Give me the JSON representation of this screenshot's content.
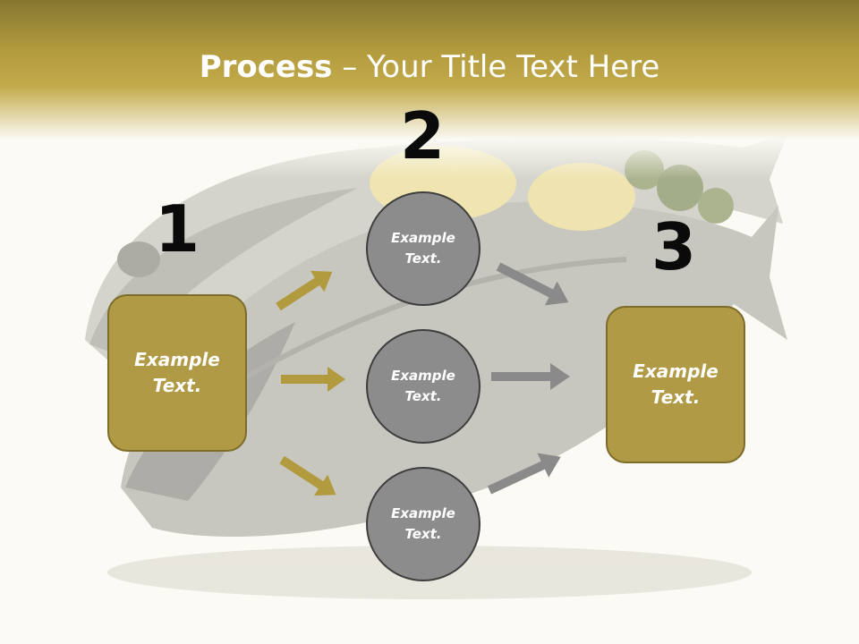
{
  "title": {
    "bold": "Process",
    "rest": " – Your Title Text Here"
  },
  "background_image": "whole-fish-on-plate-with-lemon-and-parsley",
  "steps": [
    {
      "number": "1",
      "box_text": "Example\nText."
    },
    {
      "number": "2",
      "circles": [
        "Example\nText.",
        "Example\nText.",
        "Example\nText."
      ]
    },
    {
      "number": "3",
      "box_text": "Example\nText."
    }
  ],
  "colors": {
    "accent_gold": "#b09a45",
    "header_gold": "#a99537",
    "circle_gray": "#8c8c8c",
    "arrow_gold": "#b29b3e",
    "arrow_gray": "#8a8a8a"
  }
}
